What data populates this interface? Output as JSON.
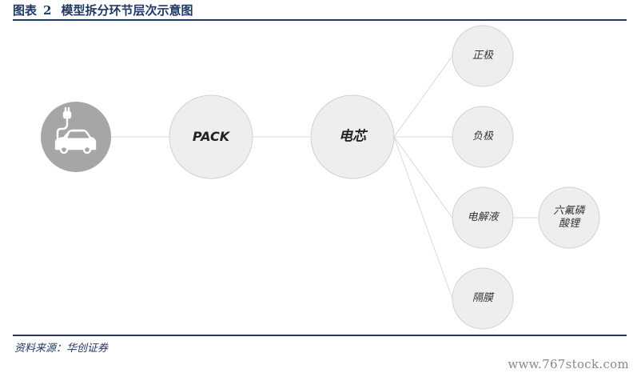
{
  "header": {
    "prefix": "图表",
    "number": "2",
    "title": "模型拆分环节层次示意图"
  },
  "nodes": {
    "ev": {
      "icon": "electric-car-icon"
    },
    "pack": {
      "label": "PACK"
    },
    "cell": {
      "label": "电芯"
    },
    "cathode": {
      "label": "正极"
    },
    "anode": {
      "label": "负极"
    },
    "electrolyte": {
      "label": "电解液"
    },
    "lipf6": {
      "label_line1": "六氟磷",
      "label_line2": "酸锂"
    },
    "separator": {
      "label": "隔膜"
    }
  },
  "footer": {
    "source": "资料来源：华创证券",
    "watermark": "www.767stock.com"
  },
  "colors": {
    "accent": "#1f3864",
    "node_fill": "#eeeeee",
    "node_stroke": "#d0d0d0",
    "ev_fill": "#a6a6a6"
  }
}
